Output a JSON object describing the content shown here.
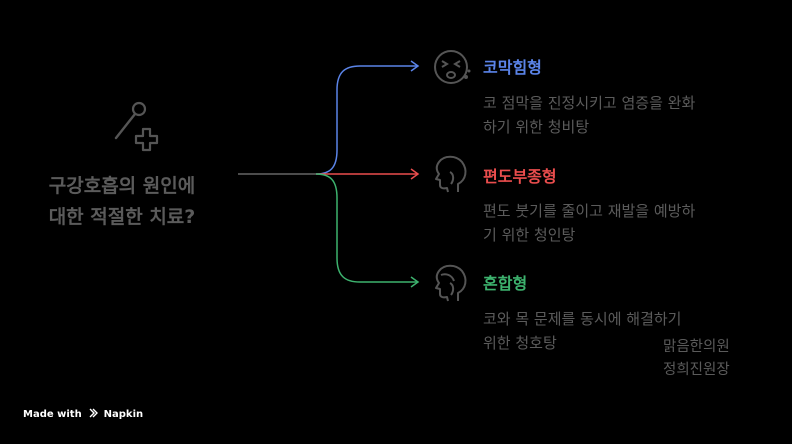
{
  "central": {
    "question": "구강호흡의 원인에\n대한 적절한 치료?",
    "icon": "swab-medical-cross-icon"
  },
  "branches": [
    {
      "title": "코막힘형",
      "description": "코 점막을 진정시키고 염증을 완화\n하기 위한 청비탕",
      "color": "#5b84e8",
      "icon": "sneezing-face-icon"
    },
    {
      "title": "편도부종형",
      "description": "편도 붓기를 줄이고 재발을 예방하\n기 위한 청인탕",
      "color": "#ea4d4d",
      "icon": "throat-profile-icon"
    },
    {
      "title": "혼합형",
      "description": "코와 목 문제를 동시에 해결하기\n위한 청호탕",
      "color": "#3db26e",
      "icon": "nose-throat-profile-icon"
    }
  ],
  "credit": {
    "clinic": "맑음한의원",
    "person": "정희진원장"
  },
  "footer": {
    "made_with": "Made with",
    "brand": "Napkin"
  }
}
